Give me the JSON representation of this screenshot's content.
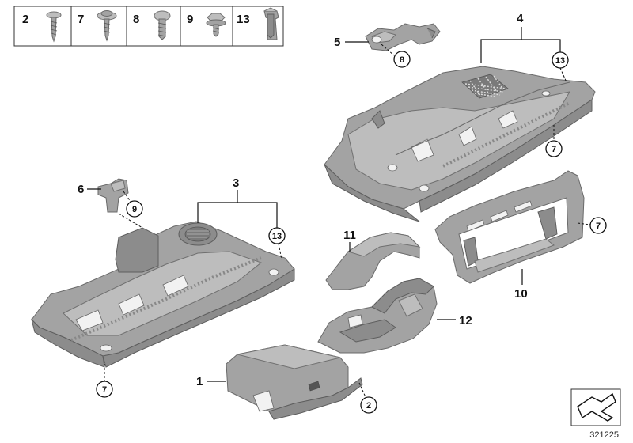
{
  "legend": {
    "items": [
      {
        "label": "2",
        "icon": "flat-head-screw-icon"
      },
      {
        "label": "7",
        "icon": "washer-screw-icon"
      },
      {
        "label": "8",
        "icon": "round-head-screw-icon"
      },
      {
        "label": "9",
        "icon": "hex-head-screw-icon"
      },
      {
        "label": "13",
        "icon": "spring-clip-icon"
      }
    ]
  },
  "callouts": {
    "c1": "1",
    "c2": "2",
    "c3": "3",
    "c4": "4",
    "c5": "5",
    "c6": "6",
    "c7a": "7",
    "c7b": "7",
    "c7c": "7",
    "c8": "8",
    "c9": "9",
    "c10": "10",
    "c11": "11",
    "c12": "12",
    "c13a": "13",
    "c13b": "13"
  },
  "diagram_number": "321225",
  "colors": {
    "part_fill": "#a3a3a3",
    "part_stroke": "#6a6a6a",
    "line": "#111111"
  }
}
